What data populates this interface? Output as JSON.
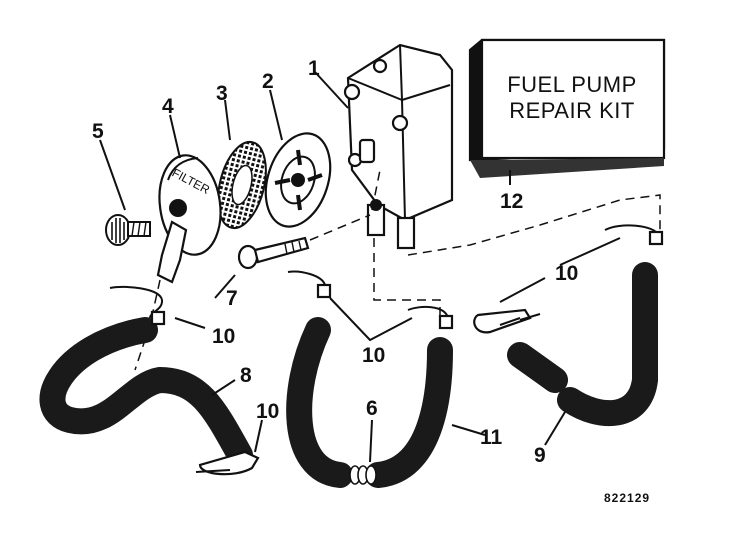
{
  "kit_box": {
    "line1": "FUEL PUMP",
    "line2": "REPAIR KIT"
  },
  "filter_text": "FILTER",
  "drawing_number": "822129",
  "part_numbers": {
    "pump": "1",
    "diaphragm": "2",
    "screen": "3",
    "filter_cover": "4",
    "screw": "5",
    "connector": "6",
    "bolt": "7",
    "hose_long": "8",
    "hose_right": "9",
    "clip_left_top": "10",
    "clip_middle": "10",
    "clip_right": "10",
    "clip_bottom": "10",
    "hose_middle": "11",
    "kit": "12"
  },
  "colors": {
    "ink": "#111111",
    "background": "#ffffff"
  }
}
